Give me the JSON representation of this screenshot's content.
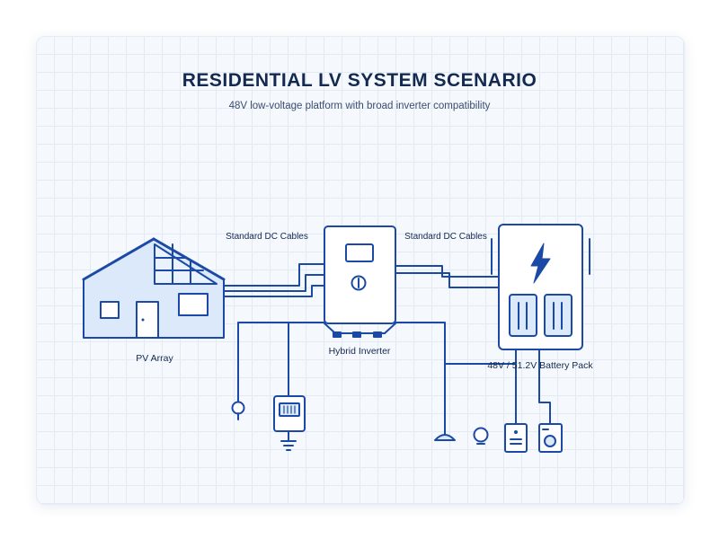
{
  "header": {
    "title": "RESIDENTIAL LV SYSTEM SCENARIO",
    "subtitle": "48V low-voltage platform with broad inverter compatibility"
  },
  "labels": {
    "dc_cables_left": "Standard DC Cables",
    "dc_cables_right": "Standard DC Cables",
    "pv_array": "PV Array",
    "hybrid_inverter": "Hybrid Inverter",
    "battery_pack": "48V / 51.2V Battery Pack"
  },
  "colors": {
    "line": "#1a4aa6",
    "fill_light": "#dce9fb",
    "text": "#13294f"
  },
  "icons": [
    "house-icon",
    "solar-panel-icon",
    "inverter-icon",
    "battery-cabinet-icon",
    "lightning-bolt-icon",
    "grid-plug-icon",
    "meter-icon",
    "ground-icon",
    "load-icon",
    "bulb-icon",
    "appliance-icon",
    "washing-machine-icon"
  ]
}
